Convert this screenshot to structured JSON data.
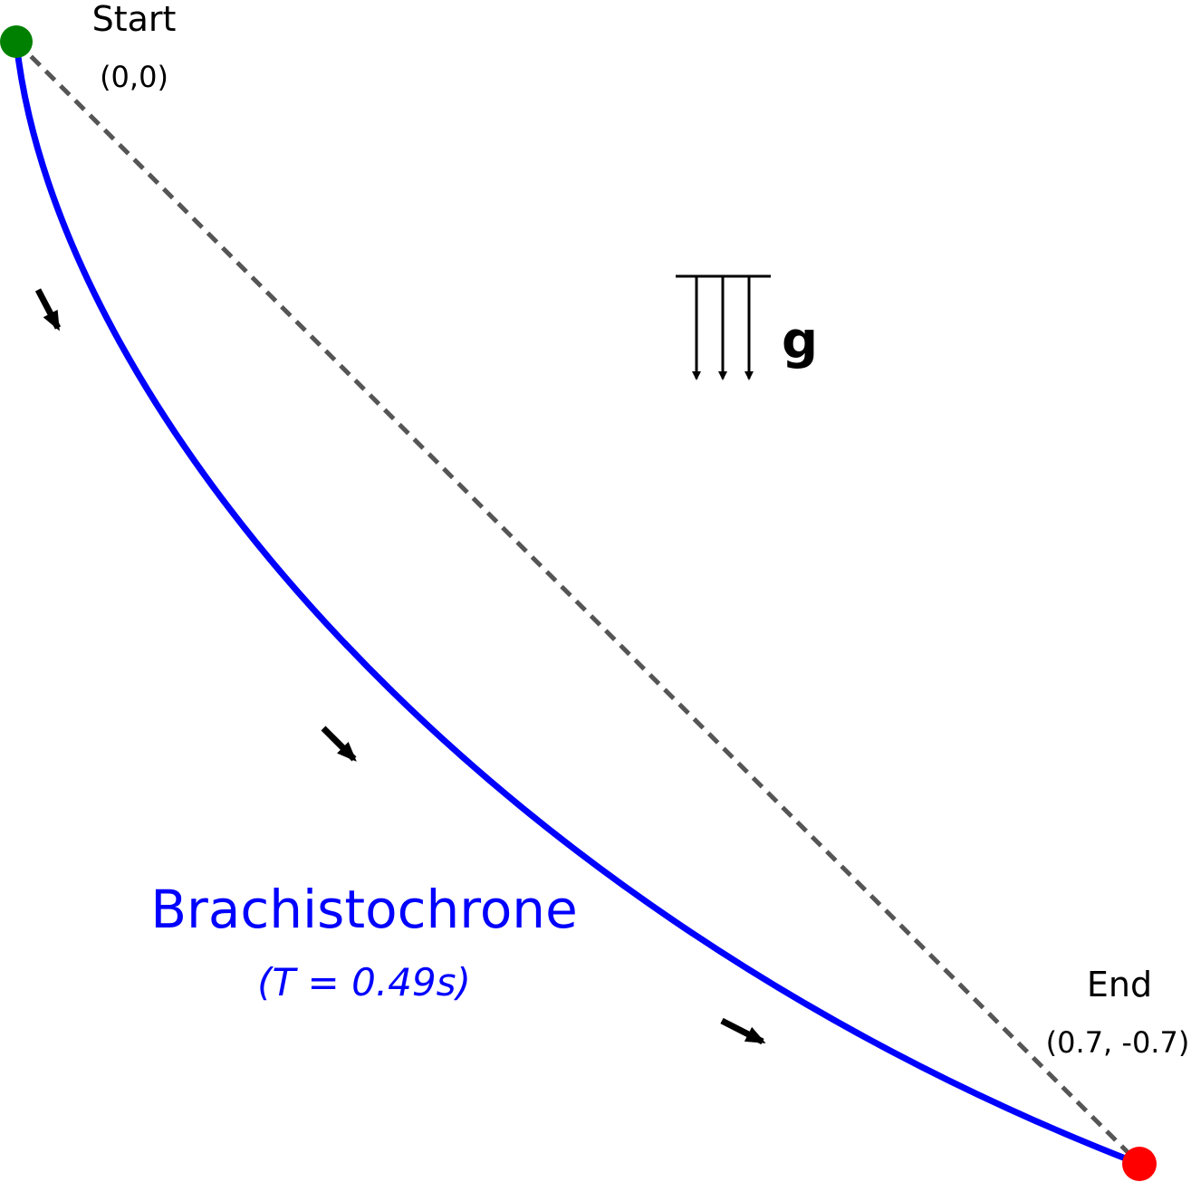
{
  "start": {
    "label": "Start",
    "coords": "(0,0)",
    "color": "#008000"
  },
  "end": {
    "label": "End",
    "coords": "(0.7, -0.7)",
    "color": "#ff0000"
  },
  "gravity": {
    "label": "g"
  },
  "curve": {
    "name": "Brachistochrone",
    "time": "(T = 0.49s)",
    "color": "#0000ff"
  },
  "straight_line": {
    "color": "#555555",
    "style": "dashed"
  },
  "direction_arrows": {
    "count": 3,
    "color": "#000000"
  }
}
